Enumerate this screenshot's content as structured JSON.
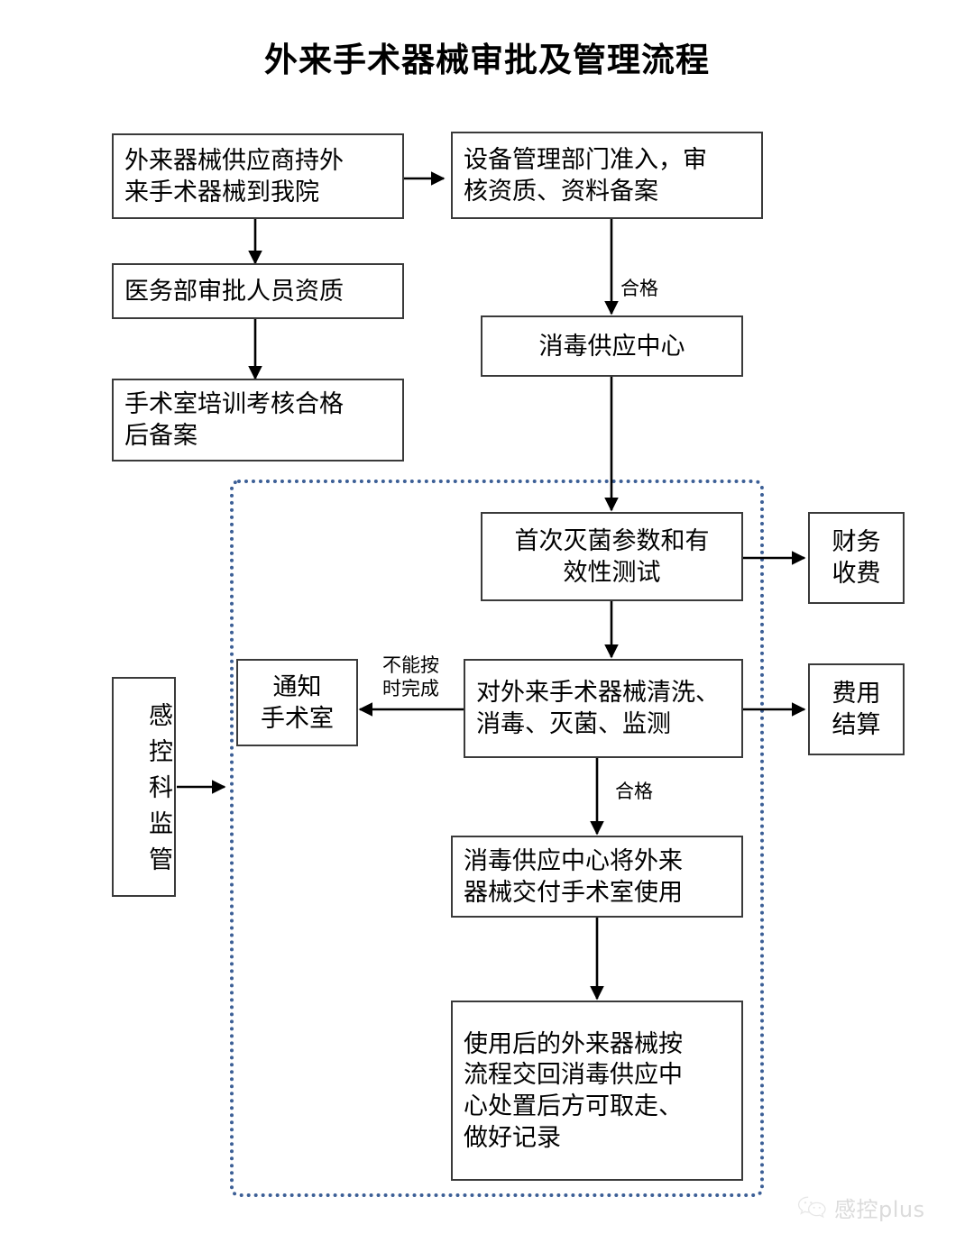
{
  "title": "外来手术器械审批及管理流程",
  "nodes": {
    "supplier": "外来器械供应商持外\n来手术器械到我院",
    "equipment_dept": "设备管理部门准入，审\n核资质、资料备案",
    "medical_affairs": "医务部审批人员资质",
    "or_training": "手术室培训考核合格\n后备案",
    "cssd": "消毒供应中心",
    "first_sterilization_test": "首次灭菌参数和有\n效性测试",
    "finance_charge": "财务\n收费",
    "notify_or": "通知\n手术室",
    "clean_disinfect": "对外来手术器械清洗、\n消毒、灭菌、监测",
    "fee_settlement": "费用\n结算",
    "infection_control": "感控科监管",
    "cssd_deliver": "消毒供应中心将外来\n器械交付手术室使用",
    "post_use_return": "使用后的外来器械按\n流程交回消毒供应中\n心处置后方可取走、\n做好记录"
  },
  "edge_labels": {
    "qualified_top": "合格",
    "cannot_finish_on_time": "不能按\n时完成",
    "qualified_mid": "合格"
  },
  "watermark": {
    "icon": "wechat-icon",
    "text": "感控plus"
  },
  "colors": {
    "dashed_border": "#3c5f96",
    "box_border": "#3a3a3a",
    "text": "#000000",
    "watermark_text": "#9a9a9a"
  }
}
